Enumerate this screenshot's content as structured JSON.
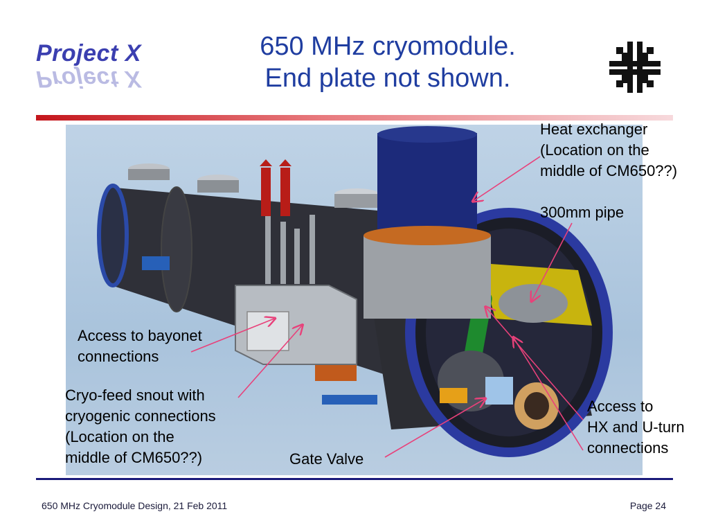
{
  "logo": {
    "text": "Project X"
  },
  "title": {
    "line1": "650 MHz cryomodule.",
    "line2": "End plate not shown."
  },
  "labels": {
    "heat_exchanger": "Heat exchanger\n(Location on the\nmiddle of CM650??)",
    "pipe": "300mm pipe",
    "bayonet": "Access to bayonet\nconnections",
    "snout": "Cryo-feed snout with\ncryogenic connections\n(Location on the\nmiddle of CM650??)",
    "gate_valve": "Gate Valve",
    "hx_access": "Access to\nHX and U-turn\nconnections"
  },
  "footer": {
    "left": "650 MHz Cryomodule Design, 21 Feb 2011",
    "right": "Page 24"
  },
  "colors": {
    "title": "#1f3da0",
    "accent_red": "#c4161c",
    "arrow": "#e8417a",
    "rule_blue": "#1a1a7a"
  }
}
